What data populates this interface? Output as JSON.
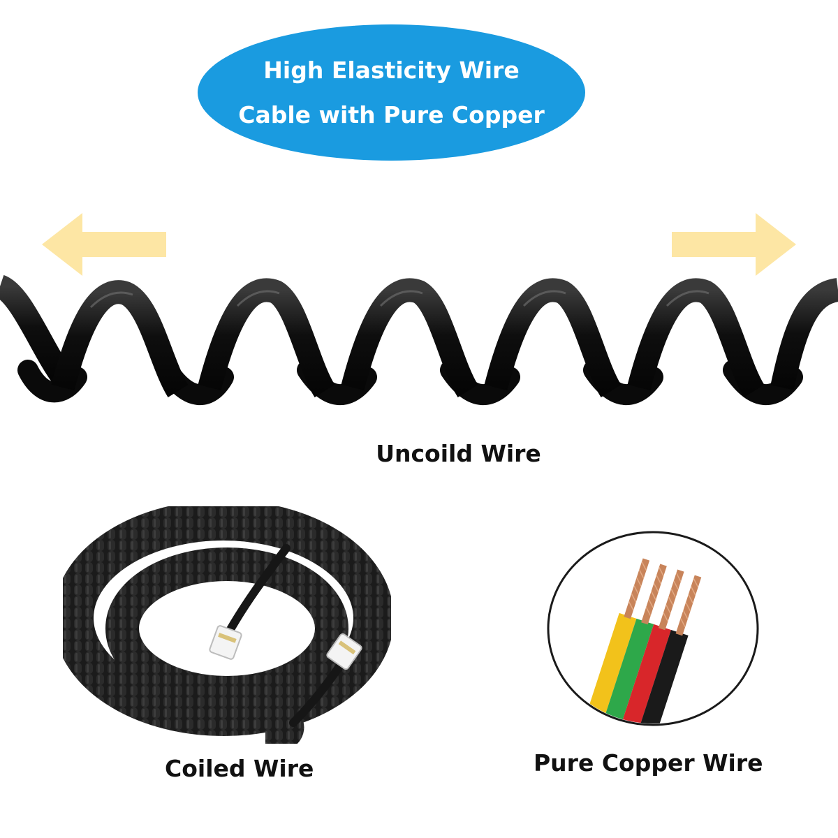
{
  "banner": {
    "line1": "High Elasticity Wire",
    "line2": "Cable with Pure Copper",
    "color": "#1a9be0"
  },
  "labels": {
    "uncoiled": "Uncoild Wire",
    "coiled": "Coiled Wire",
    "copper": "Pure Copper Wire"
  },
  "arrows": {
    "color": "#fde6a4",
    "left_icon": "arrow-left-icon",
    "right_icon": "arrow-right-icon"
  },
  "wire_colors": [
    "#f2c21b",
    "#2ea84a",
    "#d8262a",
    "#1a1a1a"
  ],
  "cable_color": "#111111"
}
